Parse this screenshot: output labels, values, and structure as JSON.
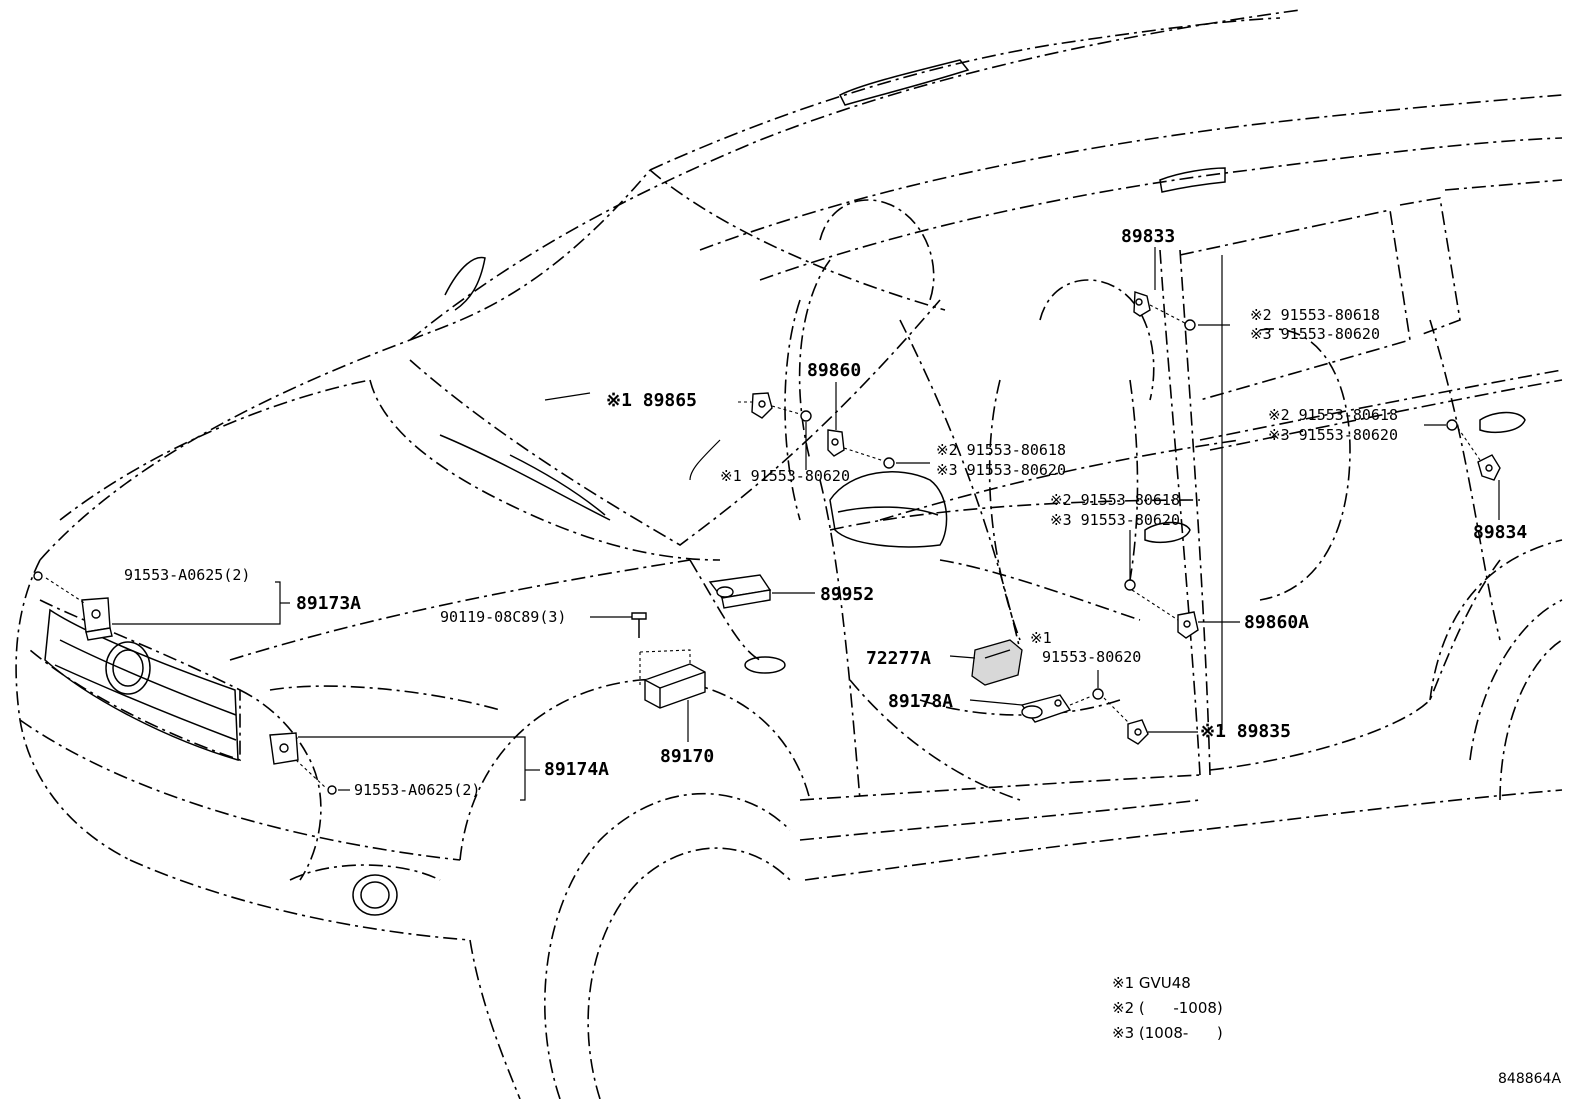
{
  "parts": {
    "p89833": "89833",
    "p89865": "※1 89865",
    "p89860": "89860",
    "p89834": "89834",
    "p89952": "89952",
    "p89173A": "89173A",
    "p89860A": "89860A",
    "p72277A": "72277A",
    "p89178A": "89178A",
    "p89835": "※1 89835",
    "p89174A": "89174A",
    "p89170": "89170"
  },
  "bolts": {
    "b1a": "※2 91553-80618",
    "b1b": "※3 91553-80620",
    "b2a": "※2 91553-80618",
    "b2b": "※3 91553-80620",
    "b3": "※1 91553-80620",
    "b4a": "※2 91553-80618",
    "b4b": "※3 91553-80620",
    "b5a": "※2 91553-80618",
    "b5b": "※3 91553-80620",
    "b6": "91553-A0625(2)",
    "b7": "90119-08C89(3)",
    "b8a": "※1",
    "b8b": "91553-80620",
    "b9": "91553-A0625(2)"
  },
  "notes": [
    "※1 GVU48",
    "※2 (      -1008)",
    "※3 (1008-      )"
  ],
  "code": "848864A"
}
